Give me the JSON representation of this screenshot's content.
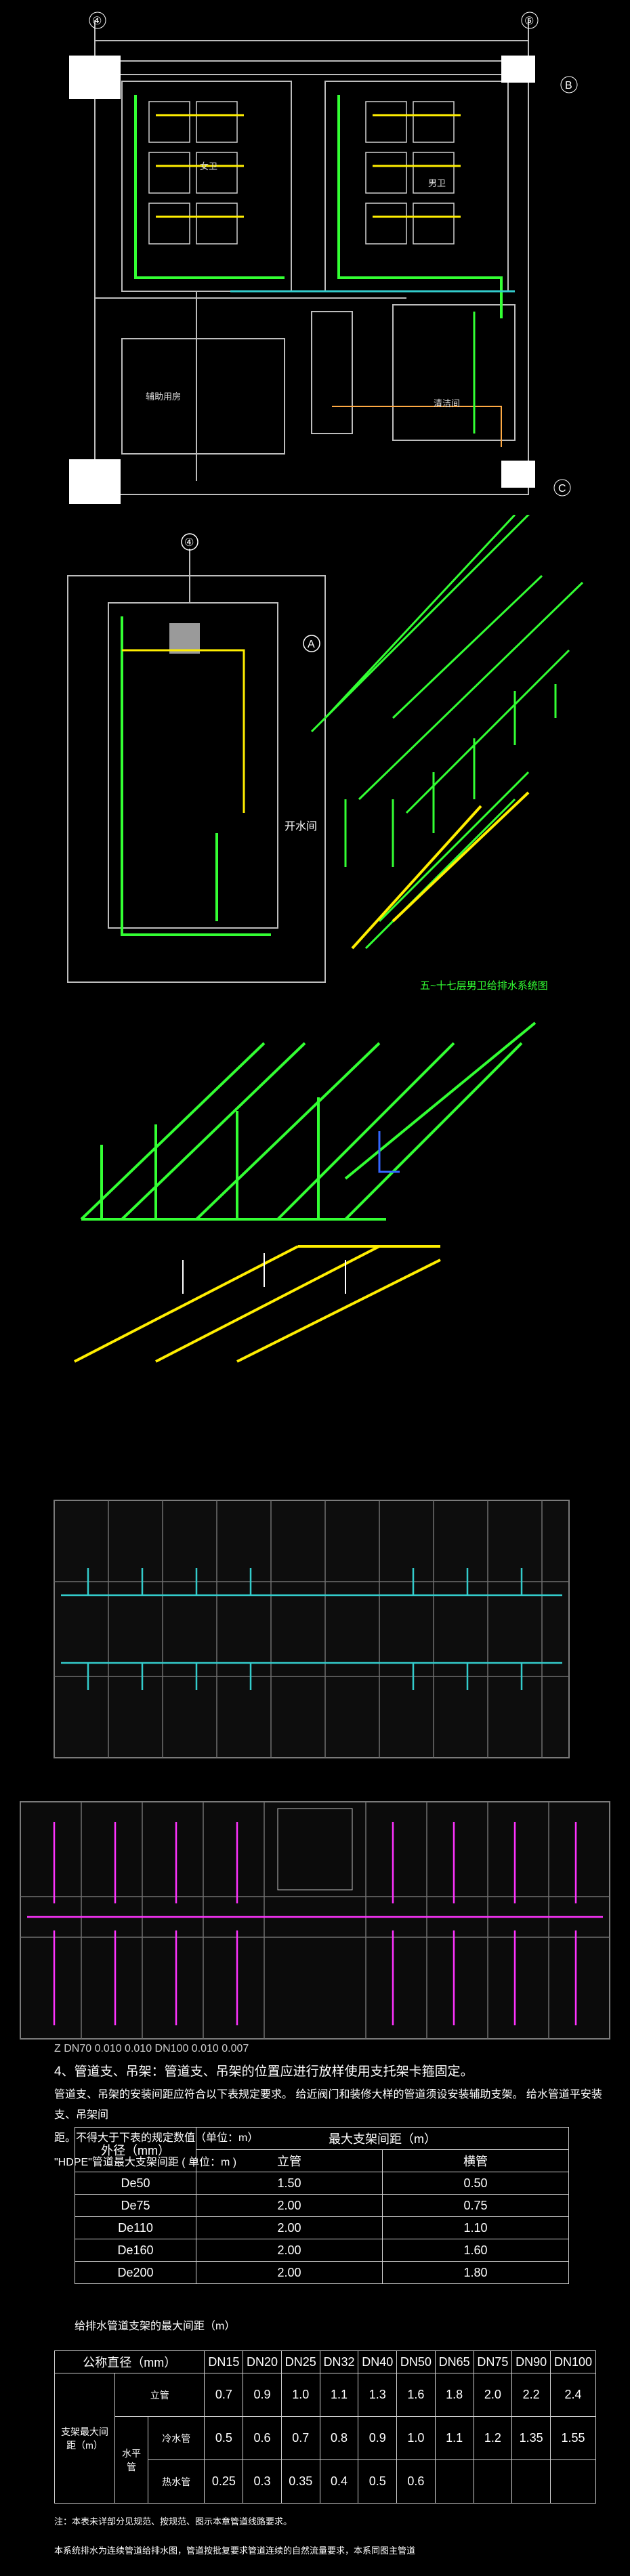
{
  "plan1": {
    "rooms": [
      "女卫",
      "男卫",
      "辅助用房",
      "清洁间"
    ],
    "axes": [
      "④",
      "⑤",
      "B",
      "C"
    ]
  },
  "plan2": {
    "axes": [
      "④",
      "A"
    ],
    "room": "开水间"
  },
  "iso1": {
    "title": "五~十七层男卫给排水系统图"
  },
  "notes": {
    "para4": "4、管道支、吊架：管道支、吊架的位置应进行放样使用支托架卡箍固定。",
    "para4b": "管道支、吊架的安装间距应符合以下表规定要求。  给近阀门和装修大样的管道须设安装辅助支架。  给水管道平安装支、吊架间",
    "para4c": "距。不得大于下表的规定数值（单位：m）",
    "table1_caption": "\"HDPE\"管道最大支架间距 ( 单位：m )",
    "legend_row": "Z  DN70  0.010  0.010  DN100  0.010  0.007"
  },
  "table1": {
    "col_header": "外径（mm）",
    "group_header": "最大支架间距（m）",
    "sub_headers": [
      "立管",
      "横管"
    ],
    "rows": [
      [
        "De50",
        "1.50",
        "0.50"
      ],
      [
        "De75",
        "2.00",
        "0.75"
      ],
      [
        "De110",
        "2.00",
        "1.10"
      ],
      [
        "De160",
        "2.00",
        "1.60"
      ],
      [
        "De200",
        "2.00",
        "1.80"
      ]
    ]
  },
  "table2": {
    "caption": "给排水管道支架的最大间距（m）",
    "header_label": "公称直径（mm）",
    "diameters": [
      "DN15",
      "DN20",
      "DN25",
      "DN32",
      "DN40",
      "DN50",
      "DN65",
      "DN75",
      "DN90",
      "DN100"
    ],
    "row_group": "支架最大间距（m）",
    "row1_label": "立管",
    "row1": [
      "0.7",
      "0.9",
      "1.0",
      "1.1",
      "1.3",
      "1.6",
      "1.8",
      "2.0",
      "2.2",
      "2.4"
    ],
    "row2_group": "水平管",
    "row2_label": "冷水管",
    "row2": [
      "0.5",
      "0.6",
      "0.7",
      "0.8",
      "0.9",
      "1.0",
      "1.1",
      "1.2",
      "1.35",
      "1.55"
    ],
    "row3_label": "热水管",
    "row3": [
      "0.25",
      "0.3",
      "0.35",
      "0.4",
      "0.5",
      "0.6"
    ]
  },
  "footnotes": [
    "注：本表未详部分见规范、按规范、图示本章管道线路要求。",
    "本系统排水为连续管道给排水图，管道按批复要求管道连续的自然流量要求，本系同图主管道"
  ],
  "colors": {
    "green": "#33ff33",
    "yellow": "#ffee00",
    "magenta": "#ff33ff",
    "cyan": "#33cccc",
    "white": "#ffffff",
    "grey": "#9a9a9a"
  }
}
